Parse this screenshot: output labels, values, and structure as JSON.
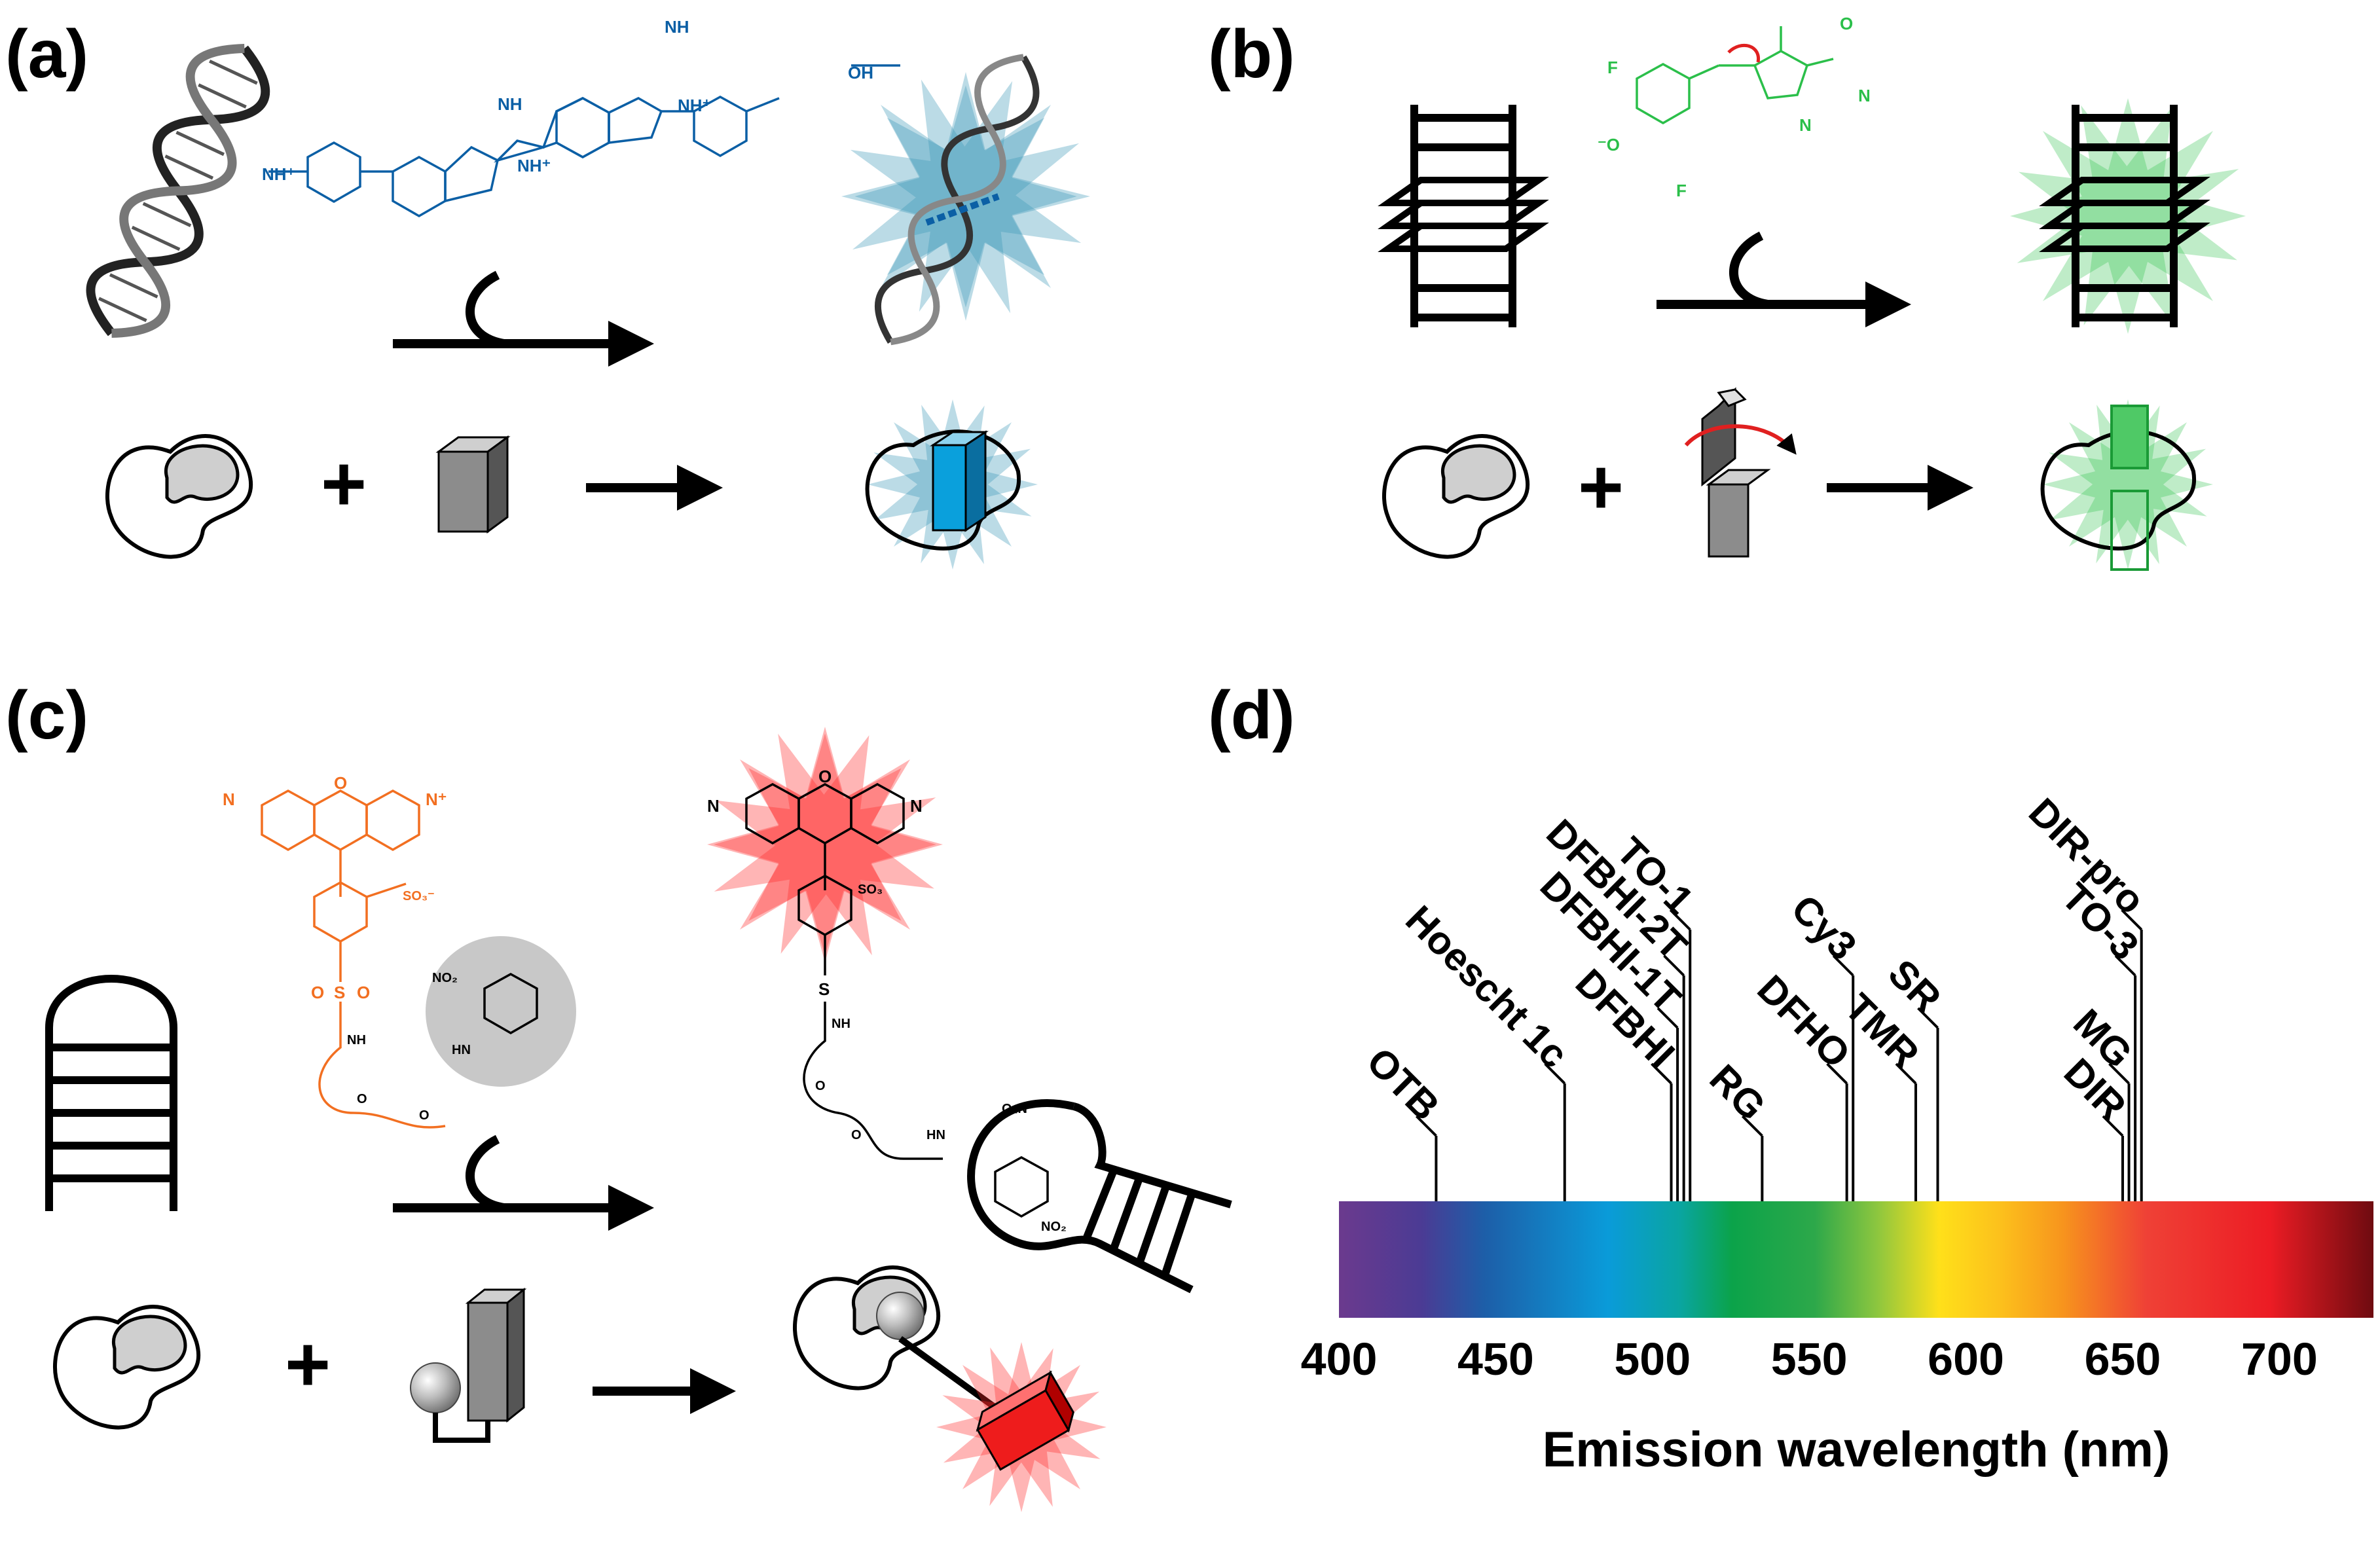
{
  "panels": {
    "a": {
      "label": "(a)",
      "chem": {
        "nh1": "NH",
        "nh2": "NH",
        "nh3": "NH",
        "nh_plus1": "NH⁺",
        "nh_plus2": "NH⁺",
        "nh_plus3": "NH⁺",
        "oh": "OH"
      }
    },
    "b": {
      "label": "(b)",
      "chem": {
        "f1": "F",
        "f2": "F",
        "o_minus": "⁻O",
        "o": "O",
        "n1": "N",
        "n2": "N"
      }
    },
    "c": {
      "label": "(c)",
      "chem": {
        "n1": "N",
        "n2": "N⁺",
        "o": "O",
        "so3": "SO₃⁻",
        "s": "S",
        "o_s1": "O",
        "o_s2": "O",
        "nh1": "NH",
        "o1": "O",
        "o2": "O",
        "nh2": "HN",
        "no2": "NO₂",
        "r_n1": "N",
        "r_n2": "N",
        "r_o": "O",
        "r_so3": "SO₃",
        "r_s": "S",
        "r_nh": "NH",
        "r_o1": "O",
        "r_o2": "O",
        "r_hn": "HN",
        "r_o2b": "O₂N",
        "r_no2": "NO₂"
      }
    },
    "d": {
      "label": "(d)"
    }
  },
  "chart_data": {
    "type": "scatter",
    "title": "",
    "xlabel": "Emission wavelength (nm)",
    "ylabel": "",
    "xlim": [
      400,
      730
    ],
    "x_ticks": [
      400,
      450,
      500,
      550,
      600,
      650,
      700
    ],
    "tick_labels": [
      "400",
      "450",
      "500",
      "550",
      "600",
      "650",
      "700"
    ],
    "grid": false,
    "legend": "none",
    "dyes": [
      {
        "name": "OTB",
        "wavelength": 431,
        "tier": 0
      },
      {
        "name": "Hoescht 1c",
        "wavelength": 472,
        "tier": 1
      },
      {
        "name": "DFBHI",
        "wavelength": 506,
        "tier": 1
      },
      {
        "name": "DFBHI-1T",
        "wavelength": 508,
        "tier": 2
      },
      {
        "name": "DFBHI-2T",
        "wavelength": 510,
        "tier": 3
      },
      {
        "name": "TO-1",
        "wavelength": 512,
        "tier": 4
      },
      {
        "name": "RG",
        "wavelength": 535,
        "tier": 0
      },
      {
        "name": "DFHO",
        "wavelength": 562,
        "tier": 1
      },
      {
        "name": "Cy3",
        "wavelength": 564,
        "tier": 3
      },
      {
        "name": "TMR",
        "wavelength": 584,
        "tier": 1
      },
      {
        "name": "SR",
        "wavelength": 591,
        "tier": 2
      },
      {
        "name": "DIR",
        "wavelength": 650,
        "tier": 0
      },
      {
        "name": "MG",
        "wavelength": 652,
        "tier": 1
      },
      {
        "name": "TO-3",
        "wavelength": 654,
        "tier": 3
      },
      {
        "name": "DIR-pro",
        "wavelength": 656,
        "tier": 4
      }
    ],
    "colors": {
      "spectrum": [
        "#6b3a8e",
        "#1d5ea8",
        "#0a9bd9",
        "#0ba34a",
        "#3cb043",
        "#b9d532",
        "#ffe01a",
        "#f7941d",
        "#ef4136",
        "#ec1c24",
        "#7a0d12"
      ],
      "blue": "#0b5fa5",
      "green": "#2bbf4a",
      "orange": "#f26f21",
      "red_glow": "#ff2a2a",
      "cyan_glow": "#3b97b8"
    }
  }
}
